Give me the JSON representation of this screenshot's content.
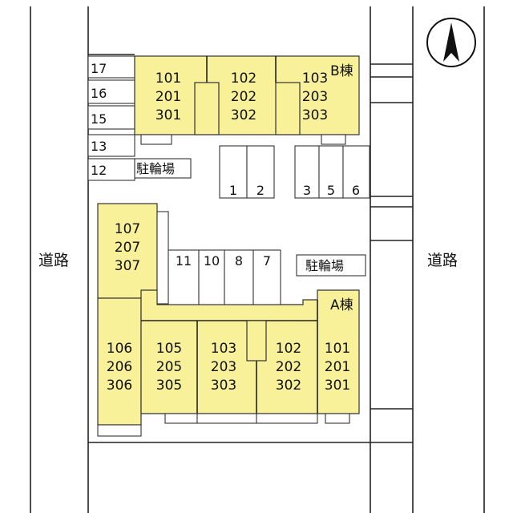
{
  "compass": {
    "label": "N",
    "icon": "north-arrow-icon"
  },
  "roads": {
    "left": "道路",
    "right": "道路"
  },
  "building_b": {
    "name": "B棟",
    "units": [
      {
        "lines": [
          "101",
          "201",
          "301"
        ]
      },
      {
        "lines": [
          "102",
          "202",
          "302"
        ]
      },
      {
        "lines": [
          "103",
          "203",
          "303"
        ]
      }
    ]
  },
  "building_a": {
    "name": "A棟",
    "units": [
      {
        "lines": [
          "107",
          "207",
          "307"
        ]
      },
      {
        "lines": [
          "106",
          "206",
          "306"
        ]
      },
      {
        "lines": [
          "105",
          "205",
          "305"
        ]
      },
      {
        "lines": [
          "103",
          "203",
          "303"
        ]
      },
      {
        "lines": [
          "102",
          "202",
          "302"
        ]
      },
      {
        "lines": [
          "101",
          "201",
          "301"
        ]
      }
    ]
  },
  "left_stalls": [
    "17",
    "16",
    "15",
    "13",
    "12"
  ],
  "bike_parking": {
    "top": "駐輪場",
    "middle": "駐輪場"
  },
  "parking_top": [
    "1",
    "2",
    "3",
    "5",
    "6"
  ],
  "parking_middle": [
    "11",
    "10",
    "8",
    "7"
  ],
  "colors": {
    "building": "#f8f19a",
    "lines": "#222222"
  }
}
